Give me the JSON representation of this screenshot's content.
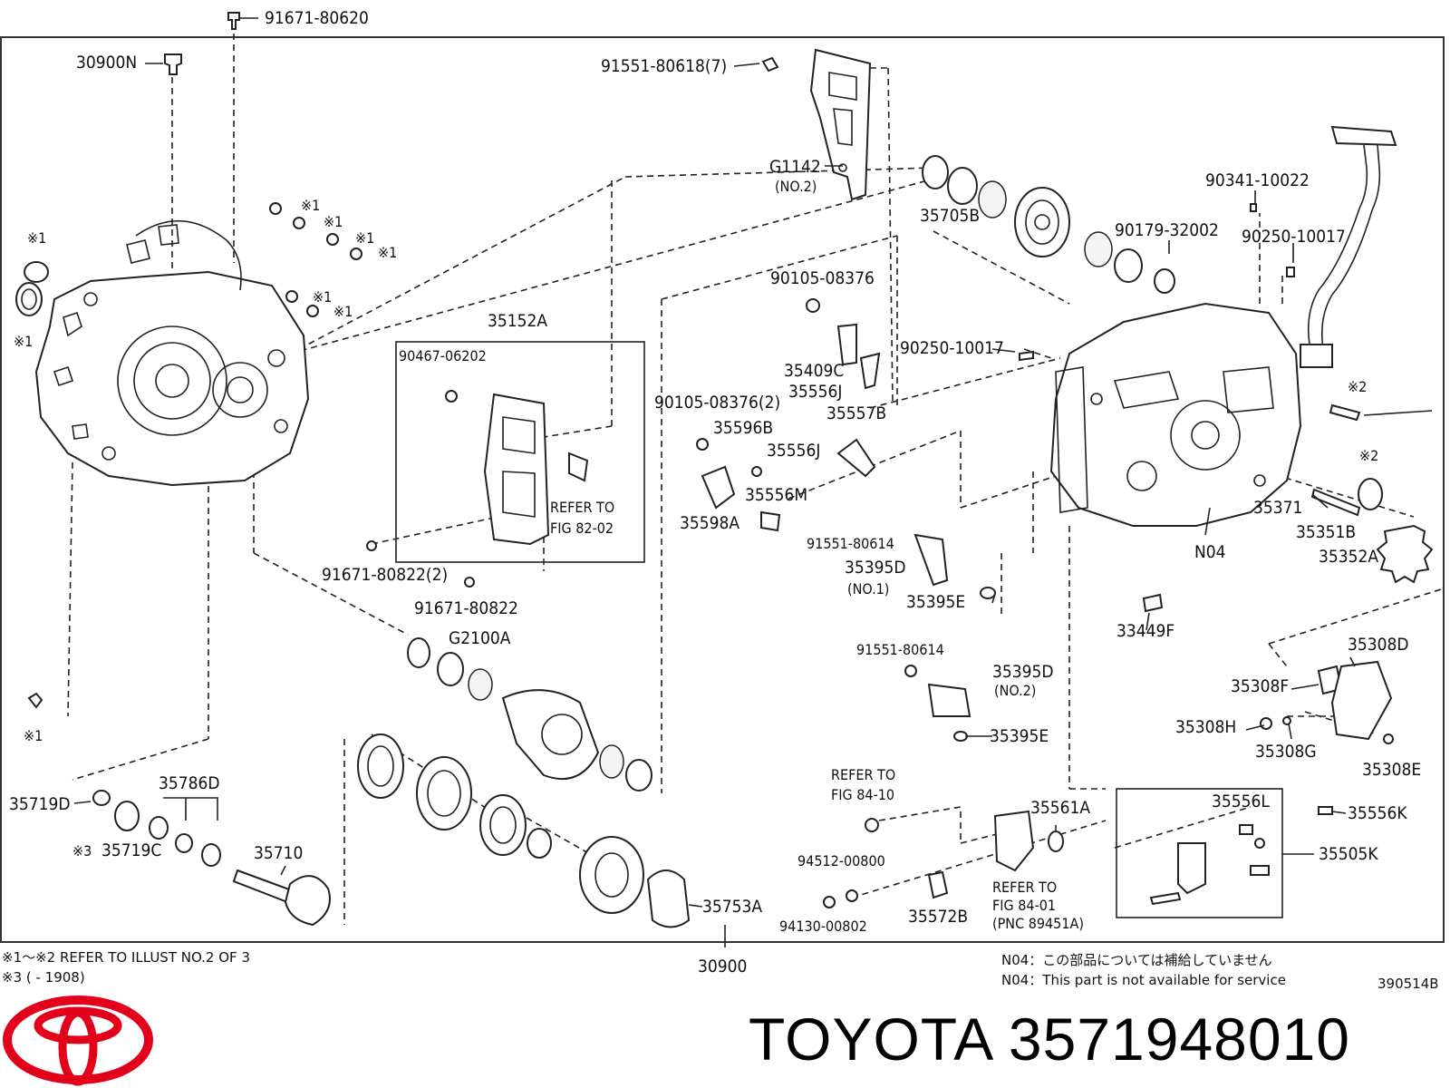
{
  "diagram_id": "390514B",
  "brand_text": "TOYOTA 3571948010",
  "notes": {
    "ref_note": "※1～※2 REFER TO ILLUST NO.2 OF 3",
    "date_note": "※3 (        - 1908)",
    "n04_jp": "N04：この部品については補給していません",
    "n04_en": "N04：This part is not available for service"
  },
  "labels": {
    "p91671_80620": "91671-80620",
    "p30900N": "30900N",
    "p91551_80618": "91551-80618(7)",
    "pG1142": "G1142",
    "pG1142_no": "(NO.2)",
    "p35705B": "35705B",
    "p90341_10022": "90341-10022",
    "p90179_32002": "90179-32002",
    "p90250_10017a": "90250-10017",
    "p90105_08376a": "90105-08376",
    "p90250_10017b": "90250-10017",
    "p35409C": "35409C",
    "p35152A": "35152A",
    "p90467_06202": "90467-06202",
    "p90105_08376b": "90105-08376(2)",
    "p35556J_a": "35556J",
    "p35557B": "35557B",
    "p35596B": "35596B",
    "p35556J_b": "35556J",
    "p35556M": "35556M",
    "p35598A": "35598A",
    "refer_8202_a": "REFER TO",
    "refer_8202_b": "FIG 82-02",
    "p91671_80822_2": "91671-80822(2)",
    "p91671_80822": "91671-80822",
    "p91551_80614a": "91551-80614",
    "p35395D_no1": "35395D",
    "p35395D_no1_sub": "(NO.1)",
    "p35395E_a": "35395E",
    "pG2100A": "G2100A",
    "p35371": "35371",
    "p35351B": "35351B",
    "p35352A": "35352A",
    "pN04": "N04",
    "p33449F": "33449F",
    "p35308D": "35308D",
    "p35308F": "35308F",
    "p35308H": "35308H",
    "p35308G": "35308G",
    "p35308E": "35308E",
    "p91551_80614b": "91551-80614",
    "p35395D_no2": "35395D",
    "p35395D_no2_sub": "(NO.2)",
    "p35395E_b": "35395E",
    "refer_8410_a": "REFER TO",
    "refer_8410_b": "FIG 84-10",
    "p35561A": "35561A",
    "p94512_00800": "94512-00800",
    "p94130_00802": "94130-00802",
    "p35572B": "35572B",
    "refer_8401_a": "REFER TO",
    "refer_8401_b": "FIG 84-01",
    "refer_8401_c": "(PNC 89451A)",
    "p35556L": "35556L",
    "p35556K": "35556K",
    "p35505K": "35505K",
    "p35719D": "35719D",
    "p35786D": "35786D",
    "p35719C": "35719C",
    "p35710": "35710",
    "p35753A": "35753A",
    "p30900": "30900",
    "mk1_a": "※1",
    "mk1_b": "※1",
    "mk1_c": "※1",
    "mk1_d": "※1",
    "mk1_e": "※1",
    "mk1_f": "※1",
    "mk1_g": "※1",
    "mk1_h": "※1",
    "mk1_i": "※1",
    "mk1_j": "※1",
    "mk2_a": "※2",
    "mk2_b": "※2",
    "mk3": "※3"
  },
  "colors": {
    "logo_red": "#e3001b",
    "line": "#222222"
  }
}
